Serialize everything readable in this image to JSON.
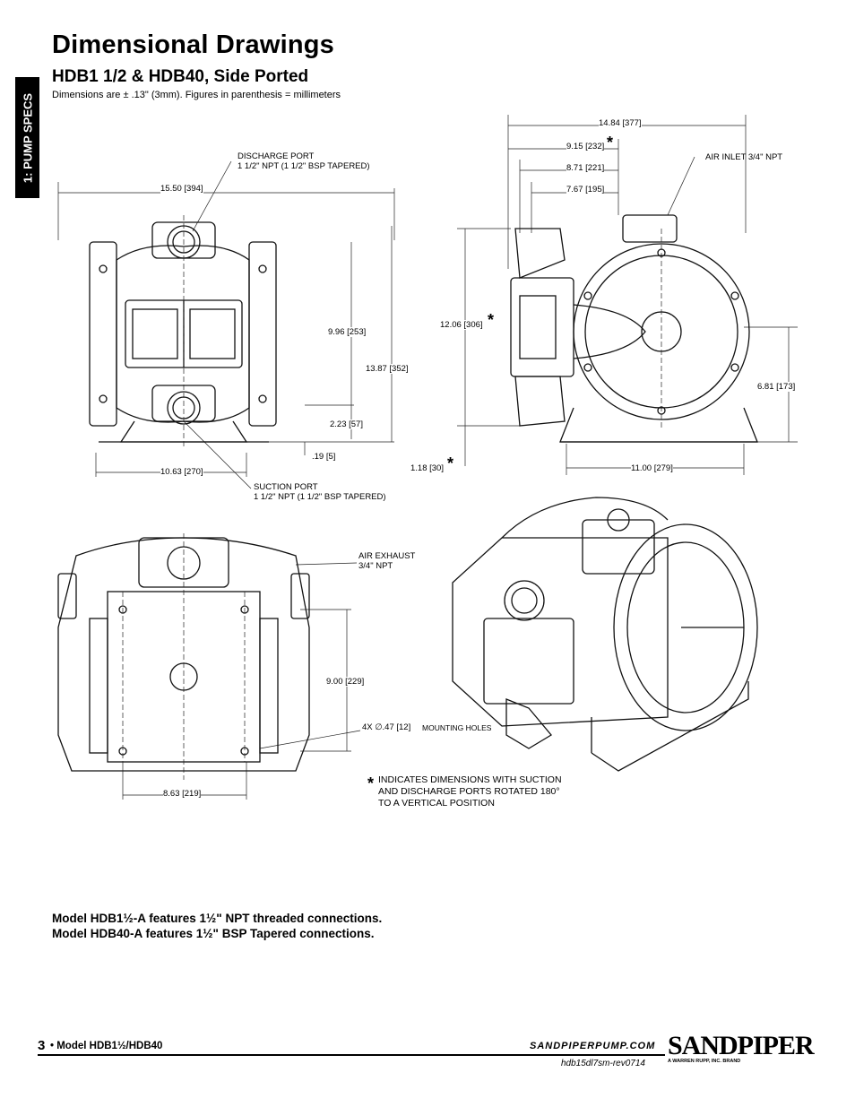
{
  "header": {
    "title": "Dimensional Drawings",
    "subtitle": "HDB1 1/2 & HDB40, Side Ported",
    "tolerance_note": "Dimensions are ± .13\" (3mm).  Figures in parenthesis = millimeters"
  },
  "side_tab": {
    "label": "1: PUMP SPECS"
  },
  "front_view": {
    "discharge_port": "DISCHARGE PORT\n1 1/2\" NPT (1 1/2\" BSP TAPERED)",
    "suction_port": "SUCTION PORT\n1 1/2\" NPT (1 1/2\" BSP TAPERED)",
    "dims": {
      "width": "15.50 [394]",
      "height_port": "9.96 [253]",
      "height_total": "13.87 [352]",
      "height_suction": "2.23 [57]",
      "base": ".19 [5]",
      "base_width": "10.63 [270]"
    }
  },
  "side_view": {
    "air_inlet": "AIR INLET 3/4\" NPT",
    "dims": {
      "depth_total": "14.84 [377]",
      "depth_a": "9.15 [232]",
      "depth_b": "8.71 [221]",
      "depth_c": "7.67 [195]",
      "height": "12.06 [306]",
      "offset": "1.18 [30]",
      "base_depth": "11.00 [279]",
      "center_height": "6.81 [173]"
    },
    "star": "*"
  },
  "bottom_view": {
    "air_exhaust": "AIR EXHAUST\n3/4\" NPT",
    "dims": {
      "mount_span": "9.00 [229]",
      "mount_holes": "4X ∅.47 [12]",
      "mount_holes_label": "MOUNTING HOLES",
      "base_width": "8.63 [219]"
    }
  },
  "footnote": {
    "star": "*",
    "text": "INDICATES DIMENSIONS WITH SUCTION\nAND DISCHARGE PORTS ROTATED 180°\nTO A VERTICAL POSITION"
  },
  "features": {
    "line1": "Model HDB1½-A features 1½\" NPT threaded connections.",
    "line2": "Model HDB40-A features 1½\" BSP Tapered connections."
  },
  "footer": {
    "page_number": "3",
    "model": "• Model HDB1½/HDB40",
    "website": "SANDPIPERPUMP.COM",
    "doc_id": "hdb15dl7sm-rev0714",
    "brand": "SANDPIPER",
    "brand_sub": "A WARREN RUPP, INC. BRAND"
  }
}
